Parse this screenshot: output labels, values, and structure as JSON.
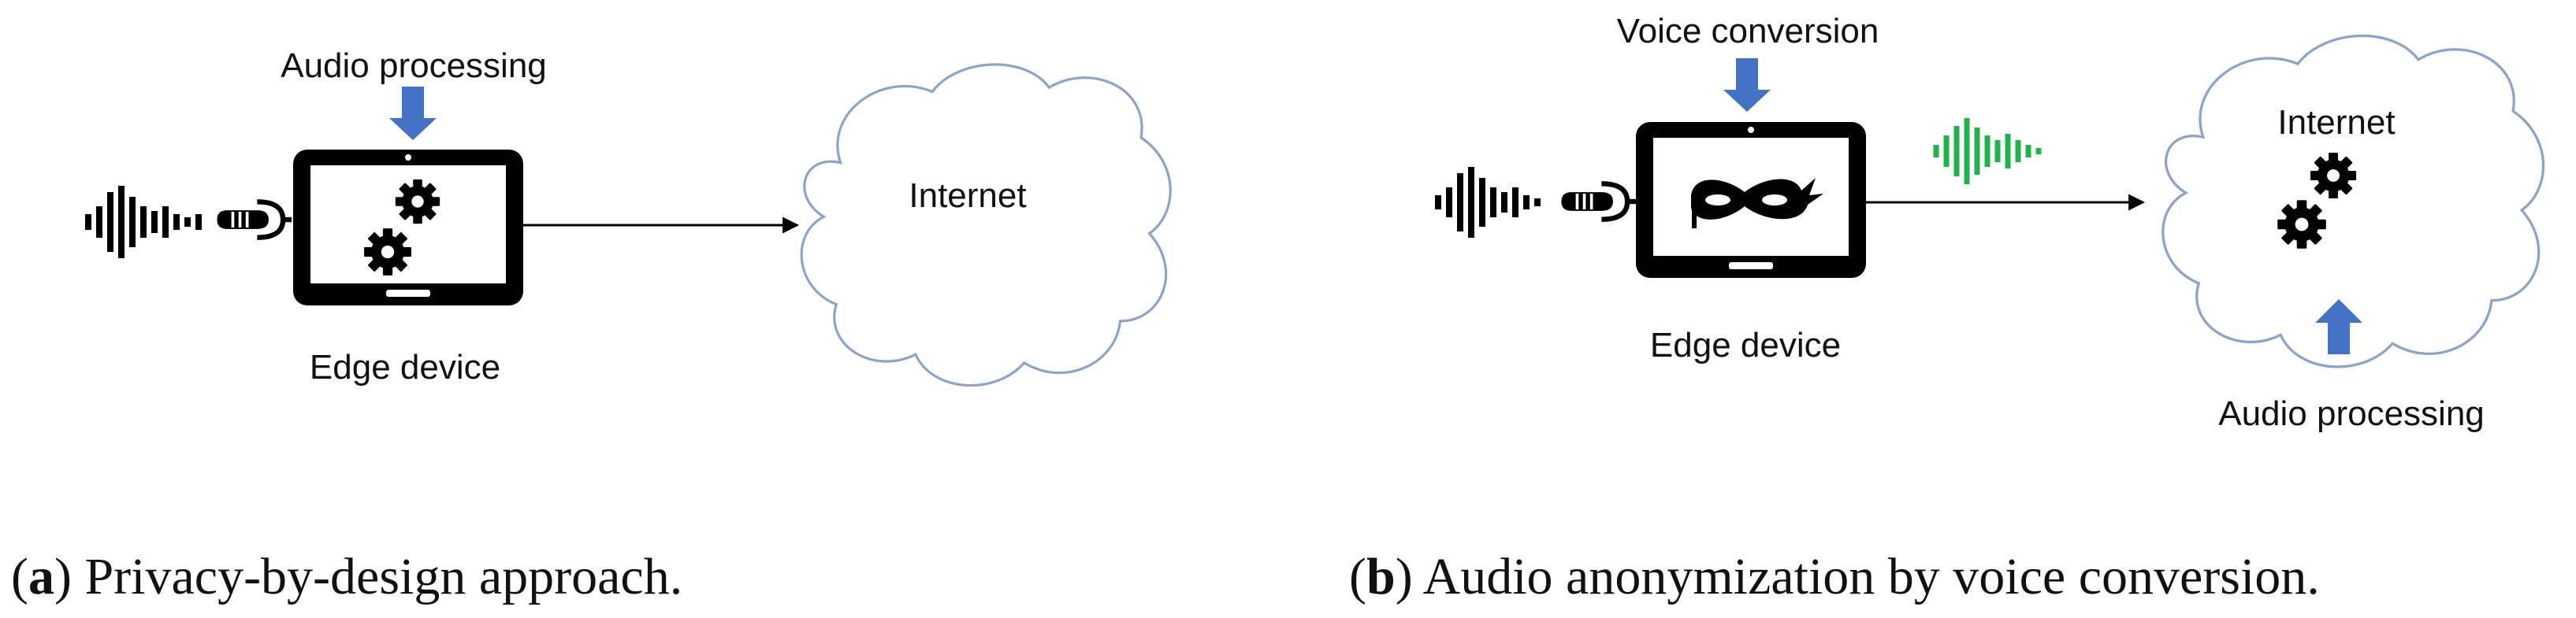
{
  "panel_a": {
    "label_top": "Audio processing",
    "cloud_label": "Internet",
    "device_label": "Edge device",
    "caption_letter": "a",
    "caption_text": " Privacy-by-design approach."
  },
  "panel_b": {
    "label_top": "Voice conversion",
    "cloud_label": "Internet",
    "device_label": "Edge device",
    "cloud_bottom_label": "Audio processing",
    "caption_letter": "b",
    "caption_text": " Audio anonymization by voice conversion."
  },
  "colors": {
    "arrow_blue": "#4472c4",
    "waveform_green": "#22b14c",
    "ink": "#000000"
  },
  "icons": [
    "waveform-icon",
    "microphone-icon",
    "tablet-icon",
    "gear-icon",
    "cloud-icon",
    "mask-icon",
    "down-arrow-icon",
    "up-arrow-icon"
  ]
}
